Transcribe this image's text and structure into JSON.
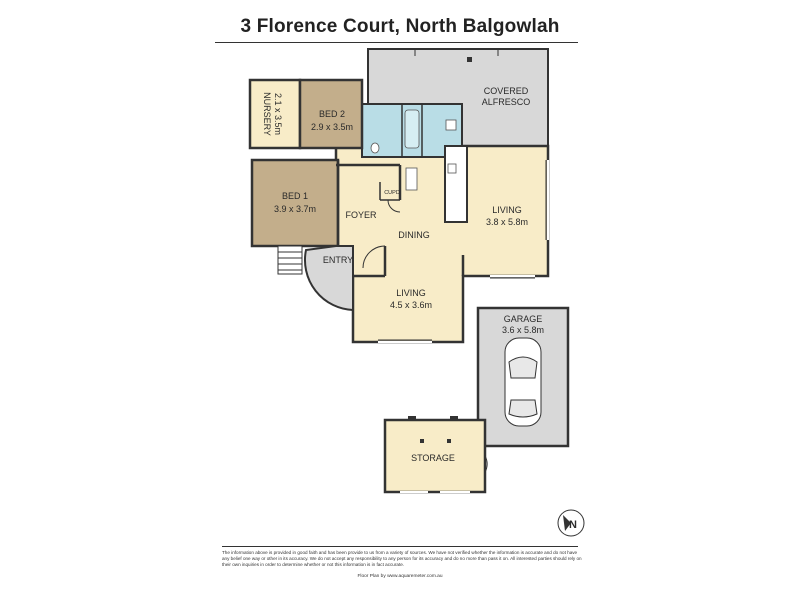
{
  "header": {
    "title": "3 Florence Court, North Balgowlah"
  },
  "rooms": {
    "covered_alfresco": [
      "COVERED",
      "ALFRESCO"
    ],
    "nursery": {
      "name": "NURSERY",
      "size": "2.1 x 3.5m"
    },
    "bed2": {
      "name": "BED 2",
      "size": "2.9 x 3.5m"
    },
    "bed1": {
      "name": "BED 1",
      "size": "3.9 x 3.7m"
    },
    "cupd": "CUPD",
    "foyer": "FOYER",
    "dining": "DINING",
    "entry": "ENTRY",
    "living_east": {
      "name": "LIVING",
      "size": "3.8 x 5.8m"
    },
    "living_front": {
      "name": "LIVING",
      "size": "4.5 x 3.6m"
    },
    "garage": {
      "name": "GARAGE",
      "size": "3.6 x 5.8m"
    },
    "storage": "STORAGE"
  },
  "compass": {
    "label": "N"
  },
  "colors": {
    "bedroom": "#c3ae8b",
    "living": "#f8ecc8",
    "wet_area": "#b9dde6",
    "outdoor": "#d8d8d8",
    "wall": "#333333"
  },
  "footer": {
    "disclaimer": "The information above is provided in good faith and has been provide to us from a variety of sources. We have not verified whether the information is accurate and do not have any belief one way or other in its accuracy. We do not accept any responsibility to any person for its accuracy and do no more than pass it on. All interested parties should rely on their own inquiries in order to determine whether or not this information is in fact accurate.",
    "credit": "Floor Plan by www.aquaremeter.com.au"
  }
}
